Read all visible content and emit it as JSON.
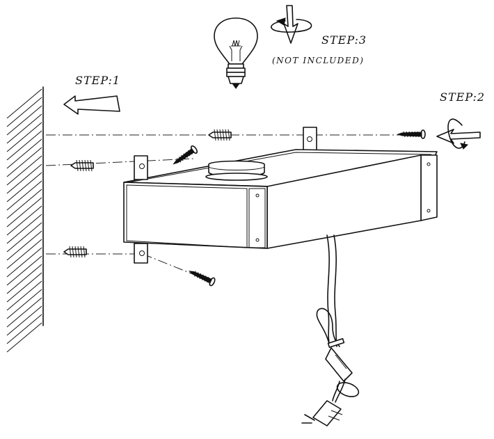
{
  "labels": {
    "step1": "STEP:1",
    "step2": "STEP:2",
    "step3": "STEP:3",
    "note": "(NOT INCLUDED)"
  },
  "icons": [
    "wall-hatch",
    "light-bulb-icon",
    "rotate-down-arrow-icon",
    "rotate-left-arrow-icon",
    "left-arrow-icon",
    "wall-plug-anchor",
    "wood-screw",
    "power-plug-icon"
  ]
}
